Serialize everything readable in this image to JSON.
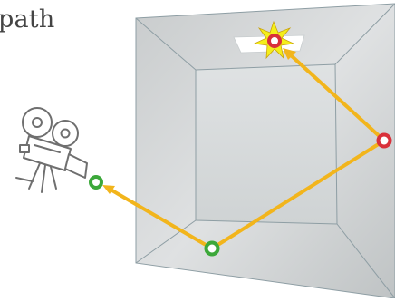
{
  "caption": {
    "text": "path"
  },
  "colors": {
    "path": "#f2b51c",
    "green_marker": "#3ca83a",
    "red_marker": "#d9303a",
    "light_star": "#f4ee1a",
    "room_face": "#d5d8d9",
    "room_edge": "#8e9ea4"
  },
  "icons": {
    "camera": "movie-camera-icon",
    "light": "light-source-icon"
  },
  "path_vertices": [
    {
      "kind": "camera",
      "color": "green"
    },
    {
      "kind": "surface-hit",
      "color": "green"
    },
    {
      "kind": "surface-hit",
      "color": "red"
    },
    {
      "kind": "light",
      "color": "red"
    }
  ]
}
